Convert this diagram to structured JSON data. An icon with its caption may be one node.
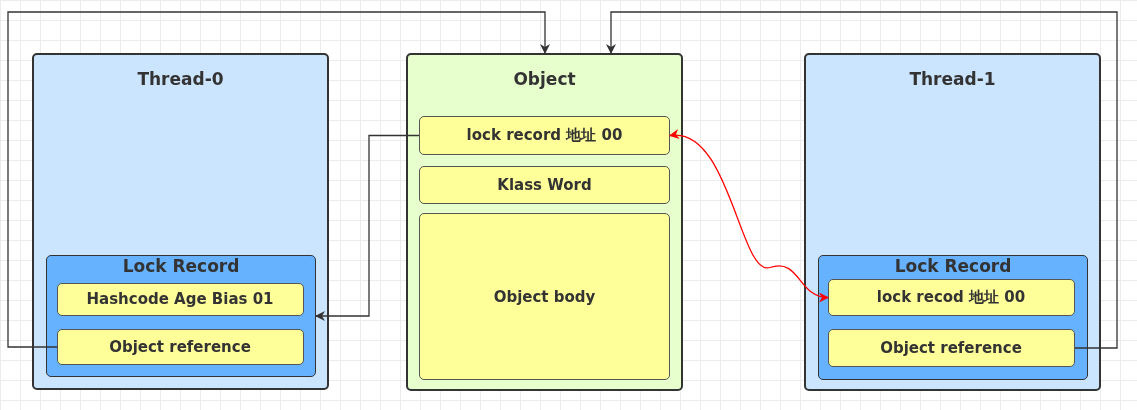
{
  "diagram": {
    "nodes": [
      {
        "text": [
          "Thread-0"
        ]
      },
      {
        "text": [
          "Lock Record"
        ],
        "in": 0
      },
      {
        "text": [
          "Hashcode Age Bias 01"
        ],
        "in": 1
      },
      {
        "text": [
          "Object reference"
        ],
        "in": 1
      },
      {
        "text": [
          "Object"
        ]
      },
      {
        "text": [
          "lock  record 地址 00"
        ],
        "in": 4
      },
      {
        "text": [
          "Klass Word"
        ],
        "in": 4
      },
      {
        "text": [
          "Object body"
        ],
        "in": 4
      },
      {
        "text": [
          "Thread-1"
        ]
      },
      {
        "text": [
          "Lock Record"
        ],
        "in": 8
      },
      {
        "text": [
          "lock recod 地址 00"
        ],
        "in": 9
      },
      {
        "text": [
          "Object reference"
        ],
        "in": 9
      }
    ],
    "edges": [
      {
        "from": 3,
        "to": 4,
        "arrow": "to"
      },
      {
        "from": 11,
        "to": 4,
        "arrow": "to"
      },
      {
        "from": 5,
        "to": 1,
        "arrow": "to"
      },
      {
        "from": 5,
        "to": 10,
        "arrow": "both",
        "color": "#ff0000"
      }
    ]
  }
}
